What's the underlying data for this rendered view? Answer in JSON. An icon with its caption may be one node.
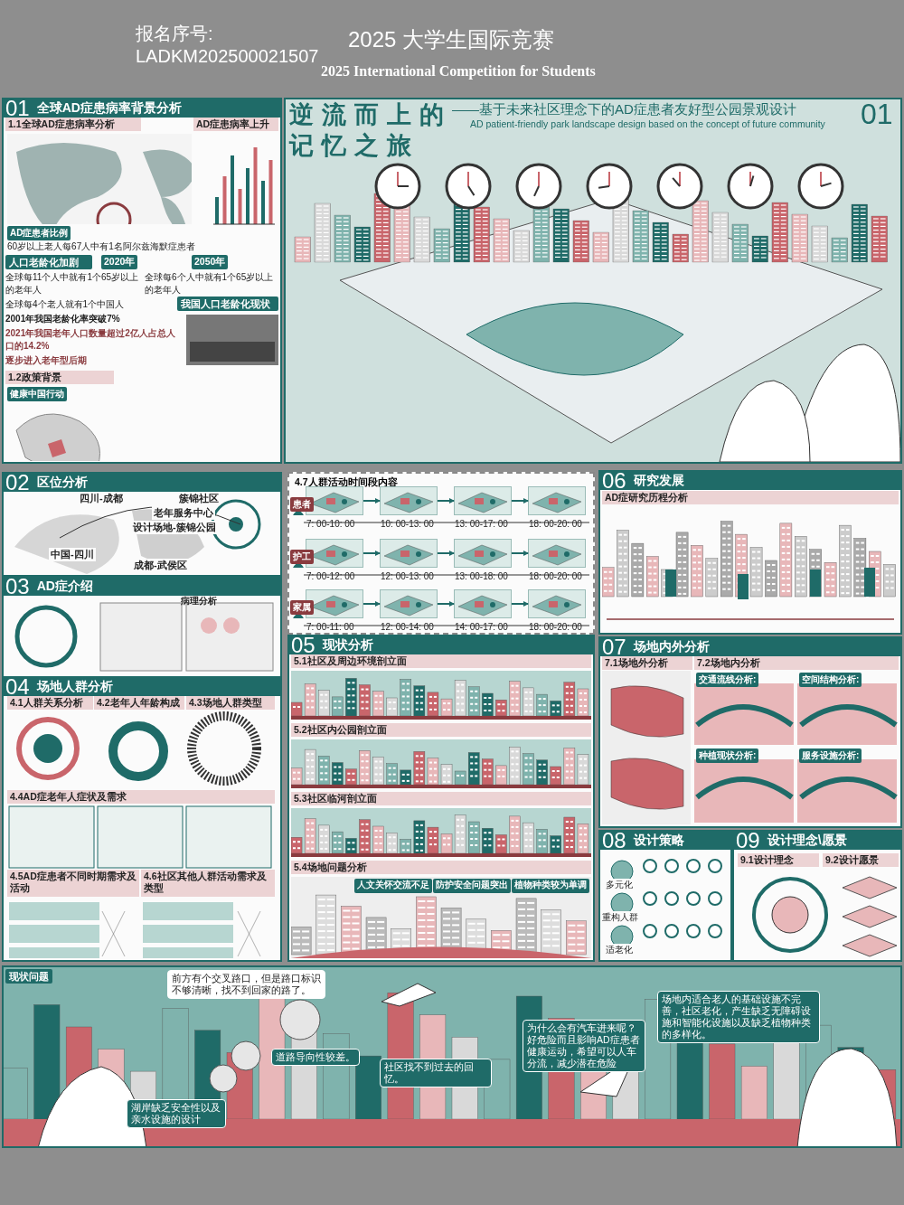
{
  "diagram": {
    "title": "逆流而上的记忆之旅",
    "nodes": [
      {
        "text": [
          "01",
          "全球AD症患病率背景分析"
        ]
      },
      {
        "text": [
          "1.1全球AD症患病率分析"
        ],
        "in": 0
      },
      {
        "text": [
          "AD症患病率上升"
        ],
        "in": 0
      },
      {
        "text": [
          "人口老龄化加剧"
        ],
        "in": 0
      },
      {
        "text": [
          "我国人口老龄化现状"
        ],
        "in": 0
      },
      {
        "text": [
          "1.2政策背景"
        ],
        "in": 0
      },
      {
        "text": [
          "——基于未来社区理念下的AD症患者友好型公园景观设计",
          "AD patient-friendly park landscape design based on the concept of future community",
          "01"
        ]
      },
      {
        "text": [
          "02",
          "区位分析"
        ]
      },
      {
        "text": [
          "03",
          "AD症介绍"
        ]
      },
      {
        "text": [
          "04",
          "场地人群分析"
        ]
      },
      {
        "text": [
          "4.1人群关系分析"
        ],
        "in": 9
      },
      {
        "text": [
          "4.2老年人年龄构成"
        ],
        "in": 9
      },
      {
        "text": [
          "4.3场地人群类型"
        ],
        "in": 9
      },
      {
        "text": [
          "4.4AD症老年人症状及需求"
        ],
        "in": 9
      },
      {
        "text": [
          "4.5AD症患者不同时期需求及活动"
        ],
        "in": 9
      },
      {
        "text": [
          "4.6社区其他人群活动需求及类型"
        ],
        "in": 9
      },
      {
        "text": [
          "4.7人群活动时间段内容"
        ]
      },
      {
        "text": [
          "06",
          "研究发展"
        ]
      },
      {
        "text": [
          "AD症研究历程分析"
        ],
        "in": 17
      },
      {
        "text": [
          "05",
          "现状分析"
        ]
      },
      {
        "text": [
          "5.1社区及周边环境剖立面"
        ],
        "in": 19
      },
      {
        "text": [
          "5.2社区内公园剖立面"
        ],
        "in": 19
      },
      {
        "text": [
          "5.3社区临河剖立面"
        ],
        "in": 19
      },
      {
        "text": [
          "5.4场地问题分析"
        ],
        "in": 19
      },
      {
        "text": [
          "07",
          "场地内外分析"
        ]
      },
      {
        "text": [
          "7.1场地外分析"
        ],
        "in": 24
      },
      {
        "text": [
          "7.2场地内分析"
        ],
        "in": 24
      },
      {
        "text": [
          "08",
          "设计策略"
        ]
      },
      {
        "text": [
          "09",
          "设计理念\\愿景"
        ]
      },
      {
        "text": [
          "9.1设计理念"
        ],
        "in": 28
      },
      {
        "text": [
          "9.2设计愿景"
        ],
        "in": 28
      },
      {
        "text": [
          "现状问题"
        ]
      },
      {
        "text": [
          "前方有个交叉路口，但是路口标识不够清晰，找不到回家的路了。"
        ],
        "in": 31
      },
      {
        "text": [
          "湖岸缺乏安全性以及亲水设施的设计"
        ],
        "in": 31
      },
      {
        "text": [
          "道路导向性较差。"
        ],
        "in": 31
      },
      {
        "text": [
          "社区找不到过去的回忆。"
        ],
        "in": 31
      },
      {
        "text": [
          "为什么会有汽车进来呢？好危险而且影响AD症患者健康运动，希望可以人车分流，减少潜在危险"
        ],
        "in": 31
      },
      {
        "text": [
          "场地内适合老人的基础设施不完善，社区老化，产生缺乏无障碍设施和智能化设施以及缺乏植物种类的多样化。"
        ],
        "in": 31
      },
      {
        "text": [],
        "shape": "picture",
        "in": 16,
        "beside": [
          "7: 00-10: 00"
        ]
      },
      {
        "text": [],
        "shape": "picture",
        "in": 16,
        "beside": [
          "10: 00-13: 00"
        ]
      },
      {
        "text": [],
        "shape": "picture",
        "in": 16,
        "beside": [
          "13: 00-17: 00"
        ]
      },
      {
        "text": [],
        "shape": "picture",
        "in": 16,
        "beside": [
          "18: 00-20: 00"
        ]
      },
      {
        "text": [],
        "shape": "picture",
        "in": 16,
        "beside": [
          "7: 00-12: 00"
        ]
      },
      {
        "text": [],
        "shape": "picture",
        "in": 16,
        "beside": [
          "12: 00-13: 00"
        ]
      },
      {
        "text": [],
        "shape": "picture",
        "in": 16,
        "beside": [
          "13: 00-18: 00"
        ]
      },
      {
        "text": [],
        "shape": "picture",
        "in": 16,
        "beside": [
          "18: 00-20: 00"
        ]
      },
      {
        "text": [],
        "shape": "picture",
        "in": 16,
        "beside": [
          "7: 00-11: 00"
        ]
      },
      {
        "text": [],
        "shape": "picture",
        "in": 16,
        "beside": [
          "12: 00-14: 00"
        ]
      },
      {
        "text": [],
        "shape": "picture",
        "in": 16,
        "beside": [
          "14: 00-17: 00"
        ]
      },
      {
        "text": [],
        "shape": "picture",
        "in": 16,
        "beside": [
          "18: 00-20: 00"
        ]
      },
      {
        "text": [
          "人文关怀交流不足"
        ],
        "in": 19
      },
      {
        "text": [
          "防护安全问题突出"
        ],
        "in": 19
      },
      {
        "text": [
          "植物种类较为单调"
        ],
        "in": 19
      }
    ],
    "edges": [
      {
        "from": 38,
        "to": 39,
        "arrow": "to"
      },
      {
        "from": 39,
        "to": 40,
        "arrow": "to"
      },
      {
        "from": 40,
        "to": 41,
        "arrow": "to"
      },
      {
        "from": 42,
        "to": 43,
        "arrow": "to"
      },
      {
        "from": 43,
        "to": 44,
        "arrow": "to"
      },
      {
        "from": 44,
        "to": 45,
        "arrow": "to"
      },
      {
        "from": 46,
        "to": 47,
        "arrow": "to"
      },
      {
        "from": 47,
        "to": 48,
        "arrow": "to"
      },
      {
        "from": 48,
        "to": 49,
        "arrow": "to"
      }
    ],
    "labels": [
      "报名序号: LADKM202500021507",
      "2025 大学生国际竞赛",
      "2025 International Competition for Students",
      "AD症患者比例",
      "60岁以上老人每67人中有1名阿尔兹海默症患者",
      "2020年",
      "全球每11个人中就有1个65岁以上的老年人",
      "2050年",
      "全球每6个人中就有1个65岁以上的老年人",
      "全球每4个老人就有1个中国人",
      "2001年我国老龄化率突破7%",
      "2021年我国老年人口数量超过2亿人占总人口的14.2%",
      "逐步进入老年型后期",
      "健康中国行动",
      "四川-成都",
      "簇锦社区",
      "老年服务中心",
      "设计场地-簇锦公园",
      "中国-四川",
      "成都-武侯区",
      "病理分析",
      "患者",
      "护工",
      "家属",
      "交通流线分析:",
      "空间结构分析:",
      "种植现状分析:",
      "服务设施分析:",
      "多元化",
      "重构人群",
      "适老化"
    ]
  }
}
